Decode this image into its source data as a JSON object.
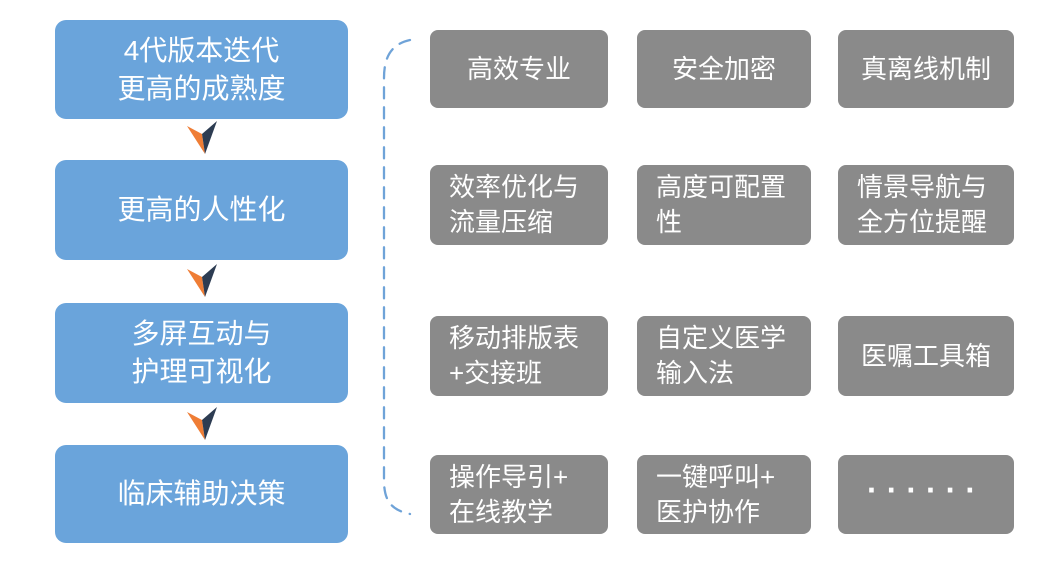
{
  "palette": {
    "box_blue": "#6aa4db",
    "box_gray": "#8a8a8a",
    "arrow_orange": "#ef7d35",
    "arrow_navy": "#2d3c52",
    "brace_blue": "#6fa3d8",
    "text_white": "#ffffff"
  },
  "flow": {
    "steps": [
      {
        "label": "4代版本迭代\n更高的成熟度"
      },
      {
        "label": "更高的人性化"
      },
      {
        "label": "多屏互动与\n护理可视化"
      },
      {
        "label": "临床辅助决策"
      }
    ]
  },
  "features": {
    "items": [
      {
        "label": "高效专业"
      },
      {
        "label": "安全加密"
      },
      {
        "label": "真离线机制"
      },
      {
        "label": "效率优化与\n流量压缩"
      },
      {
        "label": "高度可配置\n性"
      },
      {
        "label": "情景导航与\n全方位提醒"
      },
      {
        "label": "移动排版表\n+交接班"
      },
      {
        "label": "自定义医学\n输入法"
      },
      {
        "label": "医嘱工具箱"
      },
      {
        "label": "操作导引+\n在线教学"
      },
      {
        "label": "一键呼叫+\n医护协作"
      },
      {
        "label": "······"
      }
    ]
  }
}
